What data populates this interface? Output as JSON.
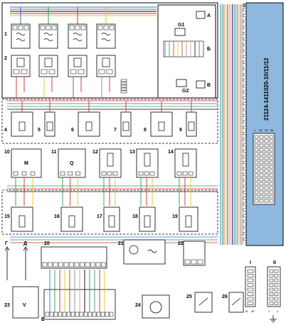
{
  "ecu": {
    "part_number": "21124-1411020-10/11/12"
  },
  "components": [
    {
      "num": "1",
      "type": "coil-row"
    },
    {
      "num": "2",
      "type": "injector-row"
    },
    {
      "num": "3"
    },
    {
      "num": "4"
    },
    {
      "num": "5"
    },
    {
      "num": "6"
    },
    {
      "num": "7"
    },
    {
      "num": "8"
    },
    {
      "num": "9"
    },
    {
      "num": "10",
      "letter": "M"
    },
    {
      "num": "11",
      "letter": "Q"
    },
    {
      "num": "12"
    },
    {
      "num": "13"
    },
    {
      "num": "14"
    },
    {
      "num": "15"
    },
    {
      "num": "16"
    },
    {
      "num": "17"
    },
    {
      "num": "18"
    },
    {
      "num": "19"
    },
    {
      "num": "20"
    },
    {
      "num": "21"
    },
    {
      "num": "22"
    },
    {
      "num": "23",
      "letter": "V"
    },
    {
      "num": "24"
    },
    {
      "num": "25"
    },
    {
      "num": "26"
    }
  ],
  "connector_block": {
    "labels": [
      "A",
      "Б",
      "В"
    ],
    "ground_labels": [
      "G1",
      "G2"
    ]
  },
  "side_labels": [
    "Г",
    "Д",
    "Е"
  ],
  "ecu_connector_pins": {
    "top_left": "1",
    "top_mid": "28",
    "top_mid2": "38",
    "top_right": "55"
  },
  "small_connectors": [
    {
      "label": "I",
      "pins_bottom": [
        "16",
        "30"
      ]
    },
    {
      "label": "II",
      "pins_bottom": [
        "1",
        "2"
      ]
    }
  ],
  "colors": {
    "wire_blue": "#2a6fdb",
    "wire_green": "#2e9b46",
    "wire_red": "#d62a2a",
    "wire_yellow": "#e5c21a",
    "wire_brown": "#8a4b1f",
    "wire_grey": "#8a8a8a",
    "wire_pink": "#e58bb5",
    "ecu_fill": "#8fb8de"
  }
}
